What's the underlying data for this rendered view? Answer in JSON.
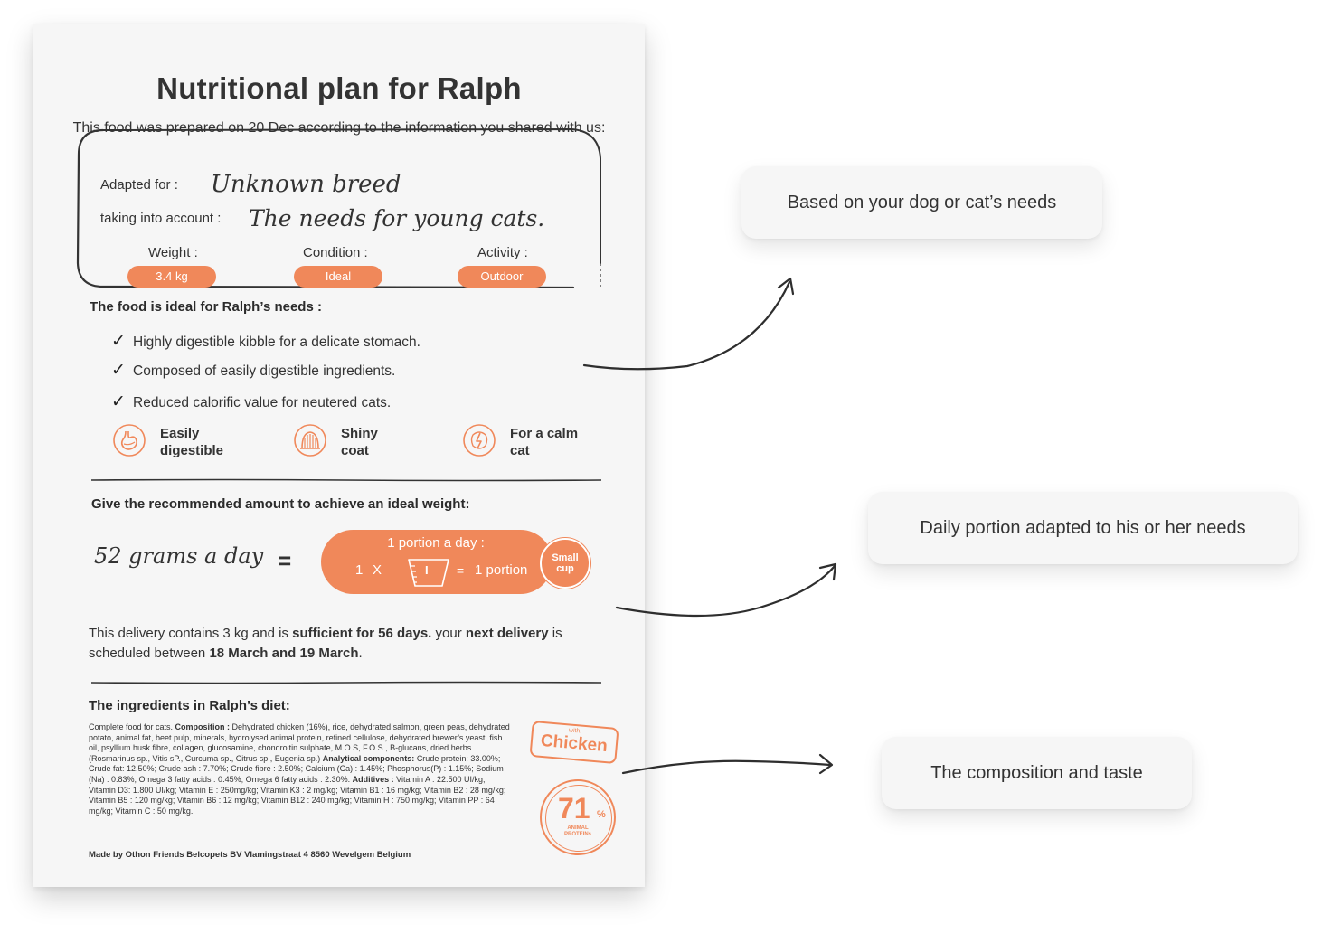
{
  "plan": {
    "title": "Nutritional plan for Ralph",
    "intro": "This food was prepared on 20 Dec according to the information you shared with us:",
    "adapted_for_label": "Adapted for :",
    "adapted_for_value": "Unknown breed",
    "taking_into_account_label": "taking into account :",
    "taking_into_account_value": "The needs for young cats.",
    "weight_label": "Weight :",
    "weight_value": "3.4 kg",
    "condition_label": "Condition :",
    "condition_value": "Ideal",
    "activity_label": "Activity :",
    "activity_value": "Outdoor"
  },
  "needs": {
    "heading": "The food is ideal for Ralph’s needs :",
    "items": [
      "Highly digestible kibble for a delicate stomach.",
      "Composed of easily digestible ingredients.",
      "Reduced calorific value for neutered cats."
    ],
    "benefits": [
      {
        "line1": "Easily",
        "line2": "digestible",
        "icon": "stomach-icon"
      },
      {
        "line1": "Shiny",
        "line2": "coat",
        "icon": "coat-icon"
      },
      {
        "line1": "For a calm",
        "line2": "cat",
        "icon": "calm-icon"
      }
    ]
  },
  "portion": {
    "heading": "Give the recommended amount to achieve an ideal weight:",
    "grams_text": "52 grams a day",
    "equals": "=",
    "per_day": "1 portion a day :",
    "multiplier": "1",
    "times": "X",
    "cup_mark": "I",
    "result_equals": "=",
    "result": "1 portion",
    "cup_line1": "Small",
    "cup_line2": "cup"
  },
  "delivery": {
    "t1": "This delivery contains 3 kg and is ",
    "b1": "sufficient for 56 days.",
    "t2": " your ",
    "b2": "next delivery",
    "t3": " is scheduled between ",
    "b3": "18 March and  19 March",
    "t4": "."
  },
  "ingredients": {
    "heading": "The ingredients in Ralph’s diet:",
    "p1": "Complete food for cats. ",
    "composition_label": "Composition : ",
    "composition": "Dehydrated chicken (16%), rice, dehydrated salmon, green peas, dehydrated potato, animal fat, beet pulp, minerals, hydrolysed animal protein, refined cellulose, dehydrated brewer’s yeast, fish oil, psyllium husk fibre, collagen, glucosamine, chondroitin sulphate, M.O.S, F.O.S., B-glucans, dried herbs (Rosmarinus sp., Vitis sP., Curcuma sp., Citrus sp., Eugenia sp.)",
    "analytical_label": "Analytical components: ",
    "analytical": "Crude protein: 33.00%; Crude fat: 12.50%; Crude ash : 7.70%; Crude fibre : 2.50%; Calcium (Ca) : 1.45%; Phosphorus(P) : 1.15%; Sodium (Na) : 0.83%; Omega 3 fatty acids : 0.45%; Omega 6 fatty acids : 2.30%. ",
    "additives_label": "Additives : ",
    "additives": "Vitamin A : 22.500 UI/kg; Vitamin D3: 1.800 UI/kg; Vitamin E : 250mg/kg; Vitamin K3 : 2 mg/kg; Vitamin B1 : 16 mg/kg; Vitamin B2 : 28 mg/kg; Vitamin B5 : 120 mg/kg; Vitamin B6 : 12 mg/kg; Vitamin B12 : 240 mg/kg; Vitamin H : 750 mg/kg; Vitamin PP : 64 mg/kg; Vitamin C : 50 mg/kg.",
    "made_by": "Made by Othon Friends Belcopets BV Vlamingstraat 4 8560 Wevelgem Belgium",
    "stamp_with": "with:",
    "stamp_flavour": "Chicken",
    "protein_value": "71",
    "protein_unit": "%",
    "protein_line1": "ANIMAL",
    "protein_line2": "PROTEINs"
  },
  "callouts": {
    "needs": "Based on your dog or cat’s needs",
    "portion": "Daily portion adapted to his or her needs",
    "composition": "The composition and taste"
  },
  "colors": {
    "accent": "#f0885a",
    "paper": "#f6f6f6",
    "text": "#333333"
  }
}
